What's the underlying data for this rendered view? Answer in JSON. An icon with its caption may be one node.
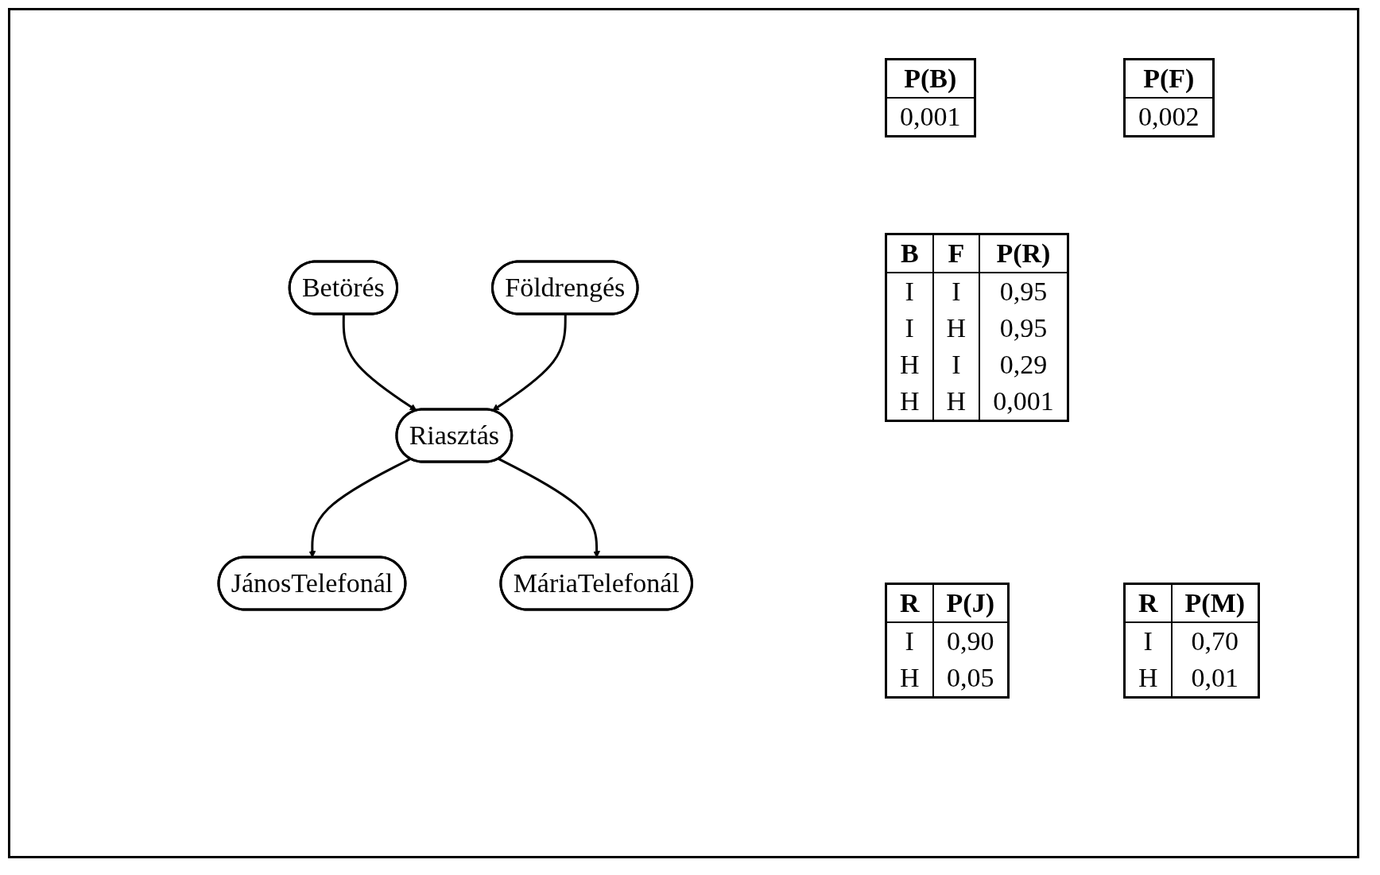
{
  "diagram": {
    "nodes": [
      {
        "text": [
          "Betörés"
        ]
      },
      {
        "text": [
          "Földrengés"
        ]
      },
      {
        "text": [
          "Riasztás"
        ]
      },
      {
        "text": [
          "JánosTelefonál"
        ]
      },
      {
        "text": [
          "MáriaTelefonál"
        ]
      }
    ],
    "edges": [
      {
        "from": 0,
        "to": 2,
        "arrow": "to"
      },
      {
        "from": 1,
        "to": 2,
        "arrow": "to"
      },
      {
        "from": 2,
        "to": 3,
        "arrow": "to"
      },
      {
        "from": 2,
        "to": 4,
        "arrow": "to"
      }
    ],
    "labels": [
      "P(B)",
      "0,001",
      "P(F)",
      "0,002",
      "B",
      "F",
      "P(R)",
      "I",
      "I",
      "0,95",
      "I",
      "H",
      "0,95",
      "H",
      "I",
      "0,29",
      "H",
      "H",
      "0,001",
      "R",
      "P(J)",
      "I",
      "0,90",
      "H",
      "0,05",
      "R",
      "P(M)",
      "I",
      "0,70",
      "H",
      "0,01"
    ]
  }
}
